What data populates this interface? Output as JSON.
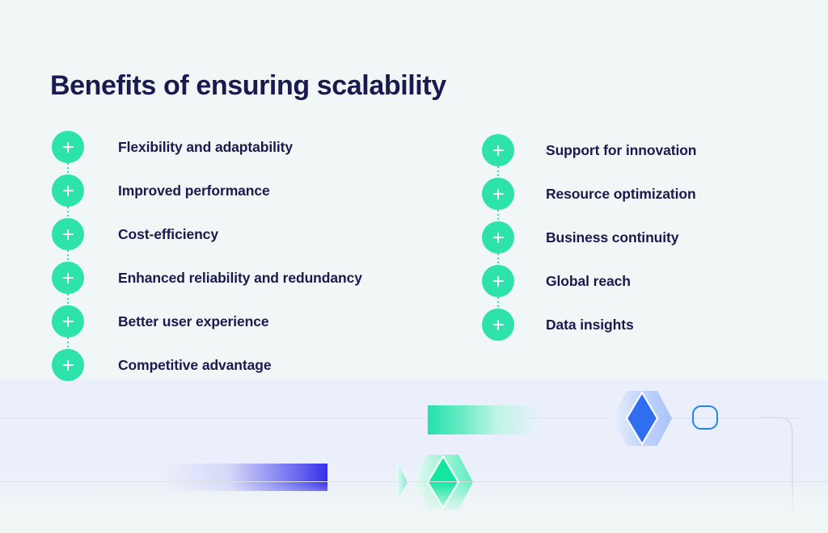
{
  "page": {
    "title": "Benefits of ensuring scalability",
    "background_color": "#f1f7f7",
    "title_color": "#1b1a4f",
    "accent_green": "#2ee2ab",
    "accent_blue": "#2186eb",
    "accent_violet": "#3730e8"
  },
  "columns": {
    "left": {
      "items": [
        {
          "label": "Flexibility and adaptability",
          "icon": "plus-icon"
        },
        {
          "label": "Improved performance",
          "icon": "plus-icon"
        },
        {
          "label": "Cost-efficiency",
          "icon": "plus-icon"
        },
        {
          "label": "Enhanced reliability and redundancy",
          "icon": "plus-icon"
        },
        {
          "label": "Better user experience",
          "icon": "plus-icon"
        },
        {
          "label": "Competitive advantage",
          "icon": "plus-icon"
        }
      ]
    },
    "right": {
      "items": [
        {
          "label": "Support for innovation",
          "icon": "plus-icon"
        },
        {
          "label": "Resource optimization",
          "icon": "plus-icon"
        },
        {
          "label": "Business continuity",
          "icon": "plus-icon"
        },
        {
          "label": "Global reach",
          "icon": "plus-icon"
        },
        {
          "label": "Data insights",
          "icon": "plus-icon"
        }
      ]
    }
  },
  "decorations": [
    {
      "name": "green-gradient-bar",
      "color_from": "#24e1aa",
      "color_to": "#e9f8f8"
    },
    {
      "name": "violet-gradient-bar",
      "color_from": "#ebeffb",
      "color_to": "#3730e8"
    },
    {
      "name": "blue-hexagon-shape",
      "color": "#2f6ef0"
    },
    {
      "name": "green-hexagon-shape",
      "color": "#12e6a0"
    },
    {
      "name": "blue-squircle-outline",
      "color": "#2186eb"
    }
  ]
}
